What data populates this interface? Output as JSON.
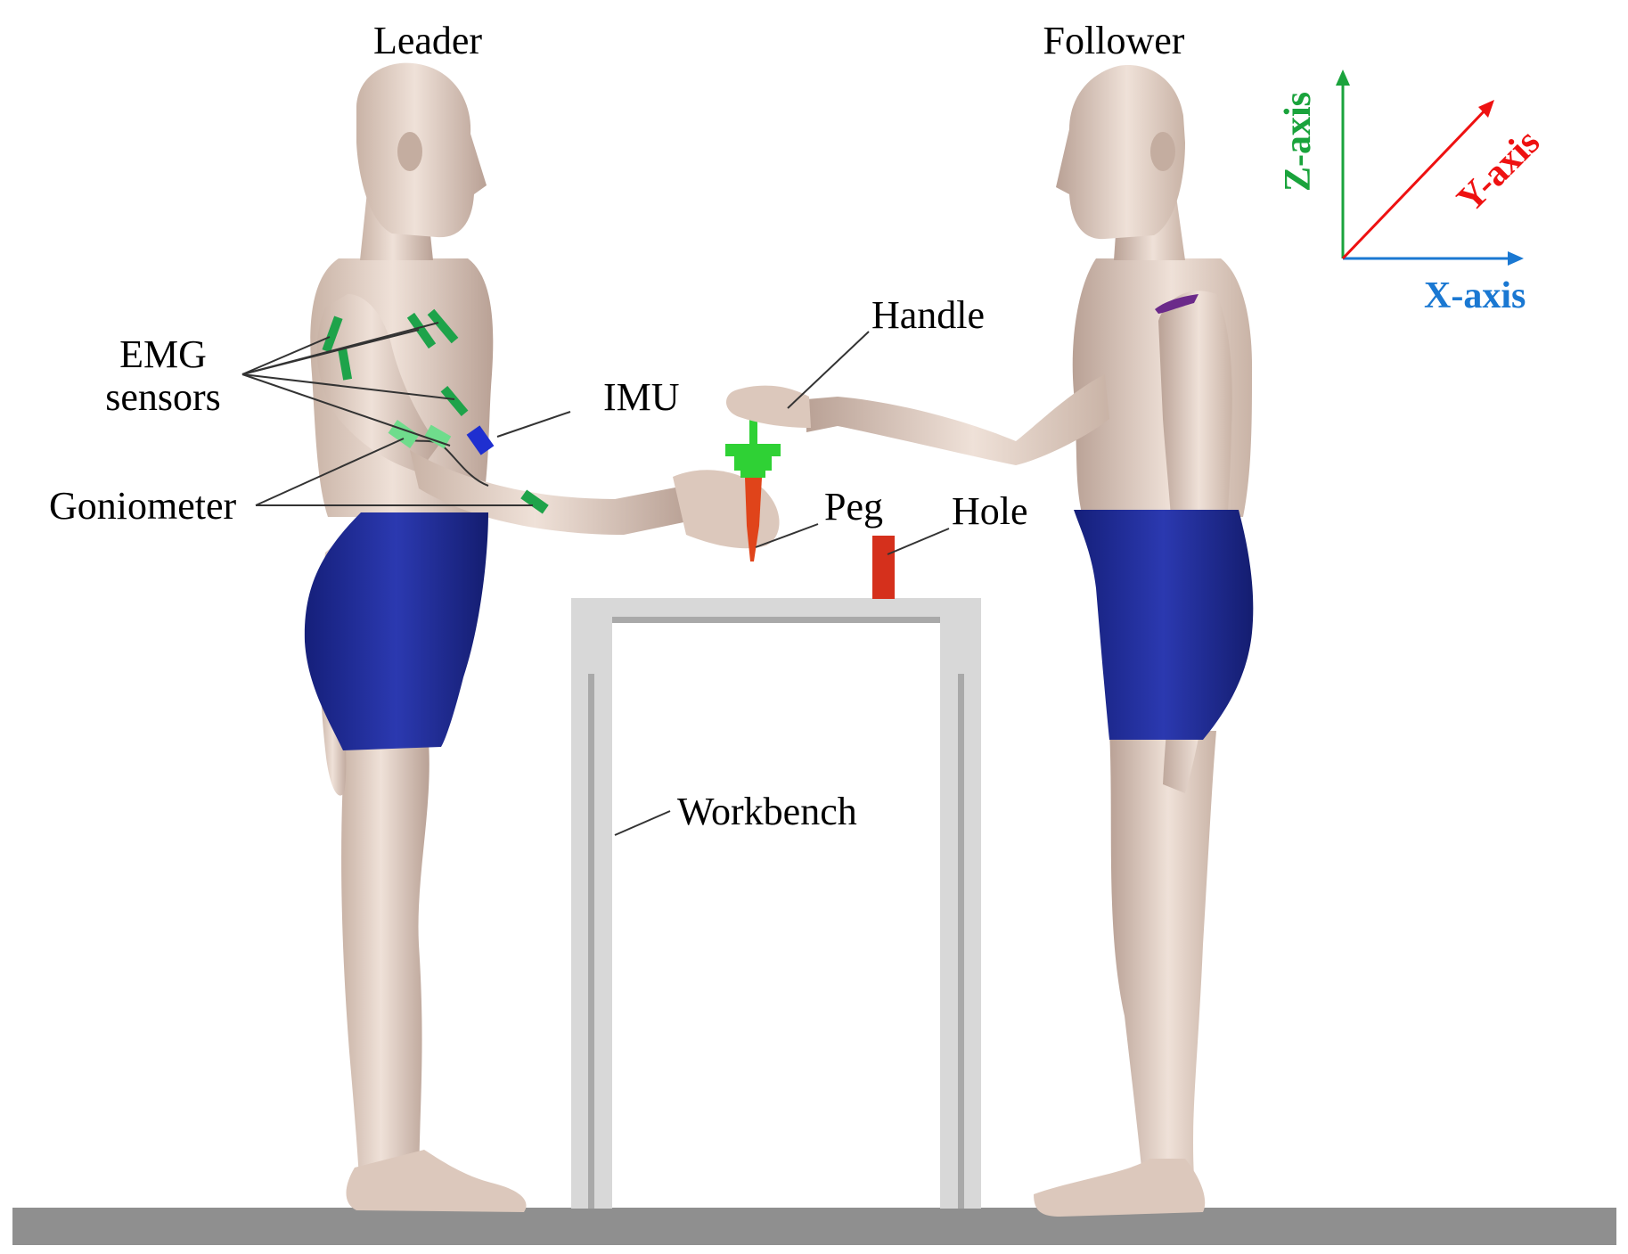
{
  "labels": {
    "leader": "Leader",
    "follower": "Follower",
    "emg_line1": "EMG",
    "emg_line2": "sensors",
    "imu": "IMU",
    "goniometer": "Goniometer",
    "handle": "Handle",
    "peg": "Peg",
    "hole": "Hole",
    "workbench": "Workbench"
  },
  "axes": {
    "x_label": "X-axis",
    "y_label": "Y-axis",
    "z_label": "Z-axis",
    "x_color": "#1a78d2",
    "y_color": "#ee1111",
    "z_color": "#1aa33c"
  },
  "colors": {
    "skin": "#e2cfc3",
    "shorts": "#1e2a96",
    "emg_sensor": "#1ea34a",
    "goniometer": "#6fdc8c",
    "imu": "#1f2fd0",
    "handle": "#2fd135",
    "peg": "#e0441a",
    "hole": "#d5301c",
    "workbench": "#d8d8d8",
    "floor": "#8f8f8f"
  }
}
